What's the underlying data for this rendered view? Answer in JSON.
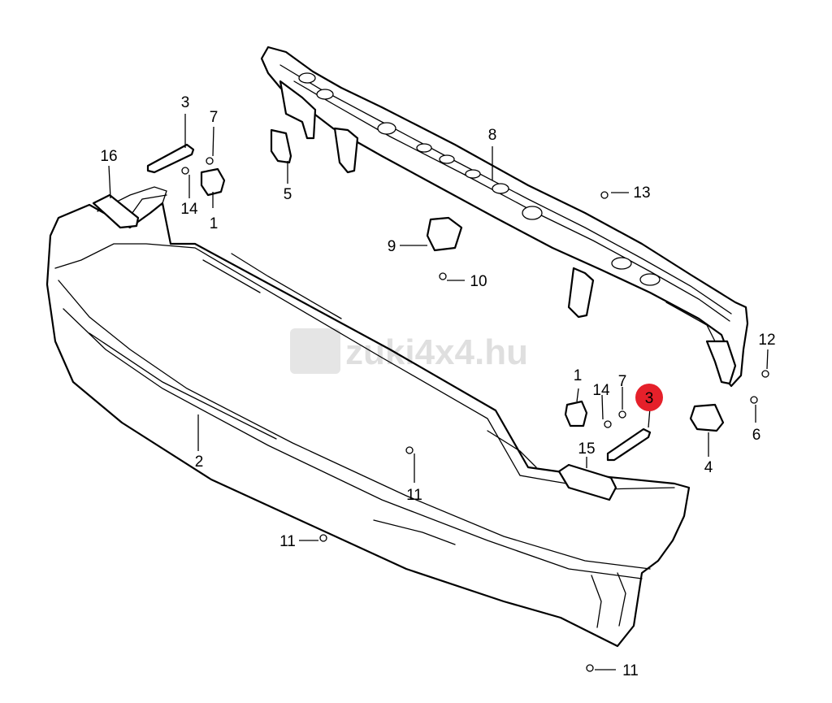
{
  "watermark": {
    "text": "zuki4x4.hu"
  },
  "highlight": {
    "label": "3",
    "color": "#e5202a"
  },
  "callouts": [
    {
      "id": "c1a",
      "label": "1"
    },
    {
      "id": "c1b",
      "label": "1"
    },
    {
      "id": "c2",
      "label": "2"
    },
    {
      "id": "c3a",
      "label": "3"
    },
    {
      "id": "c4",
      "label": "4"
    },
    {
      "id": "c5",
      "label": "5"
    },
    {
      "id": "c6",
      "label": "6"
    },
    {
      "id": "c7a",
      "label": "7"
    },
    {
      "id": "c7b",
      "label": "7"
    },
    {
      "id": "c8",
      "label": "8"
    },
    {
      "id": "c9",
      "label": "9"
    },
    {
      "id": "c10",
      "label": "10"
    },
    {
      "id": "c11a",
      "label": "11"
    },
    {
      "id": "c11b",
      "label": "11"
    },
    {
      "id": "c11c",
      "label": "11"
    },
    {
      "id": "c12",
      "label": "12"
    },
    {
      "id": "c13",
      "label": "13"
    },
    {
      "id": "c14a",
      "label": "14"
    },
    {
      "id": "c14b",
      "label": "14"
    },
    {
      "id": "c15",
      "label": "15"
    },
    {
      "id": "c16",
      "label": "16"
    }
  ]
}
